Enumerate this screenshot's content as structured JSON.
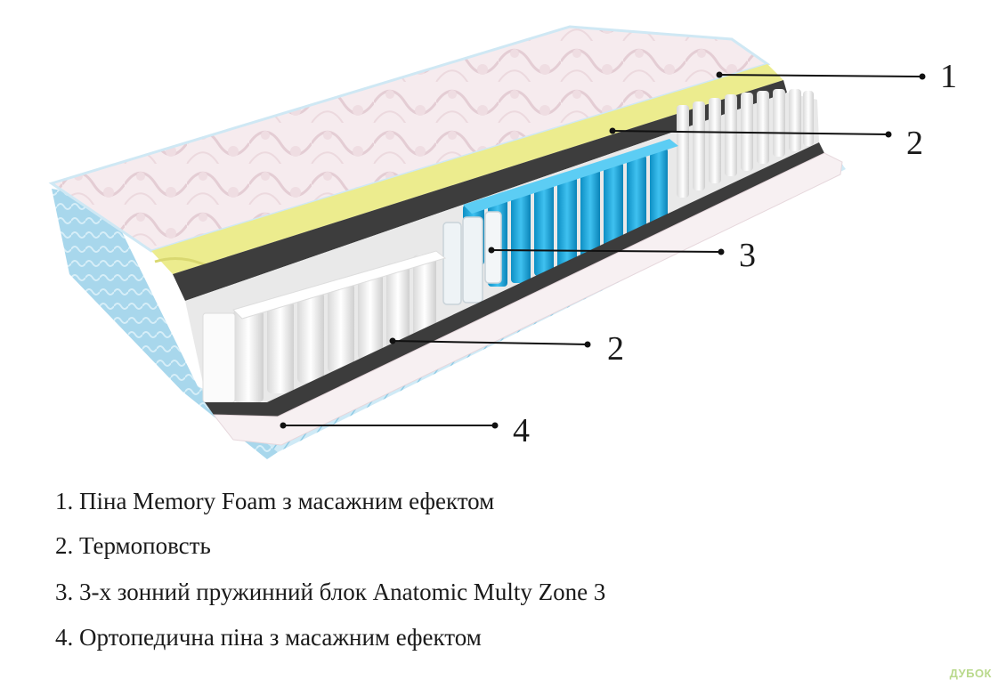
{
  "callouts": [
    {
      "label": "1"
    },
    {
      "label": "2"
    },
    {
      "label": "3"
    },
    {
      "label": "2"
    },
    {
      "label": "4"
    }
  ],
  "legend": [
    "1. Піна Memory Foam з масажним ефектом",
    "2. Термоповсть",
    "3. 3-х зонний пружинний блок Anatomic Multy Zone 3",
    "4. Ортопедична піна з масажним ефектом"
  ],
  "watermark": "ДУБОК",
  "colors": {
    "cover": "#f5e9ec",
    "cover_side": "#a9d8ee",
    "memory_foam": "#ecec8e",
    "felt": "#3c3c3c",
    "springs_white": "#f4f4f4",
    "springs_blue": "#1eaae0",
    "base_foam": "#f7f0f2"
  }
}
